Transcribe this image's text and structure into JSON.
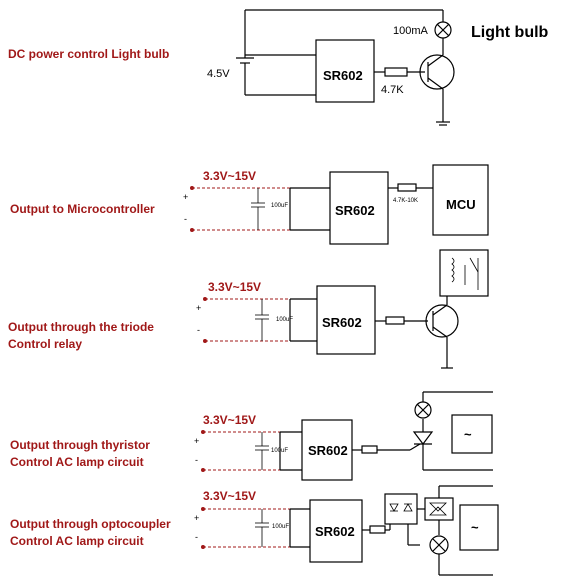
{
  "circuits": [
    {
      "label_lines": [
        "DC power control Light bulb"
      ],
      "voltage": "4.5V",
      "chip": "SR602",
      "resistor": "4.7K",
      "current": "100mA",
      "load": "Light bulb"
    },
    {
      "label_lines": [
        "Output to Microcontroller"
      ],
      "voltage": "3.3V~15V",
      "cap": "100uF",
      "chip": "SR602",
      "resistor": "4.7K-10K",
      "load": "MCU"
    },
    {
      "label_lines": [
        "Output through the triode",
        "Control relay"
      ],
      "voltage": "3.3V~15V",
      "cap": "100uF",
      "chip": "SR602"
    },
    {
      "label_lines": [
        "Output through thyristor",
        "Control AC lamp circuit"
      ],
      "voltage": "3.3V~15V",
      "cap": "100uF",
      "chip": "SR602"
    },
    {
      "label_lines": [
        "Output through optocoupler",
        "Control AC lamp circuit"
      ],
      "voltage": "3.3V~15V",
      "cap": "100uF",
      "chip": "SR602"
    }
  ]
}
